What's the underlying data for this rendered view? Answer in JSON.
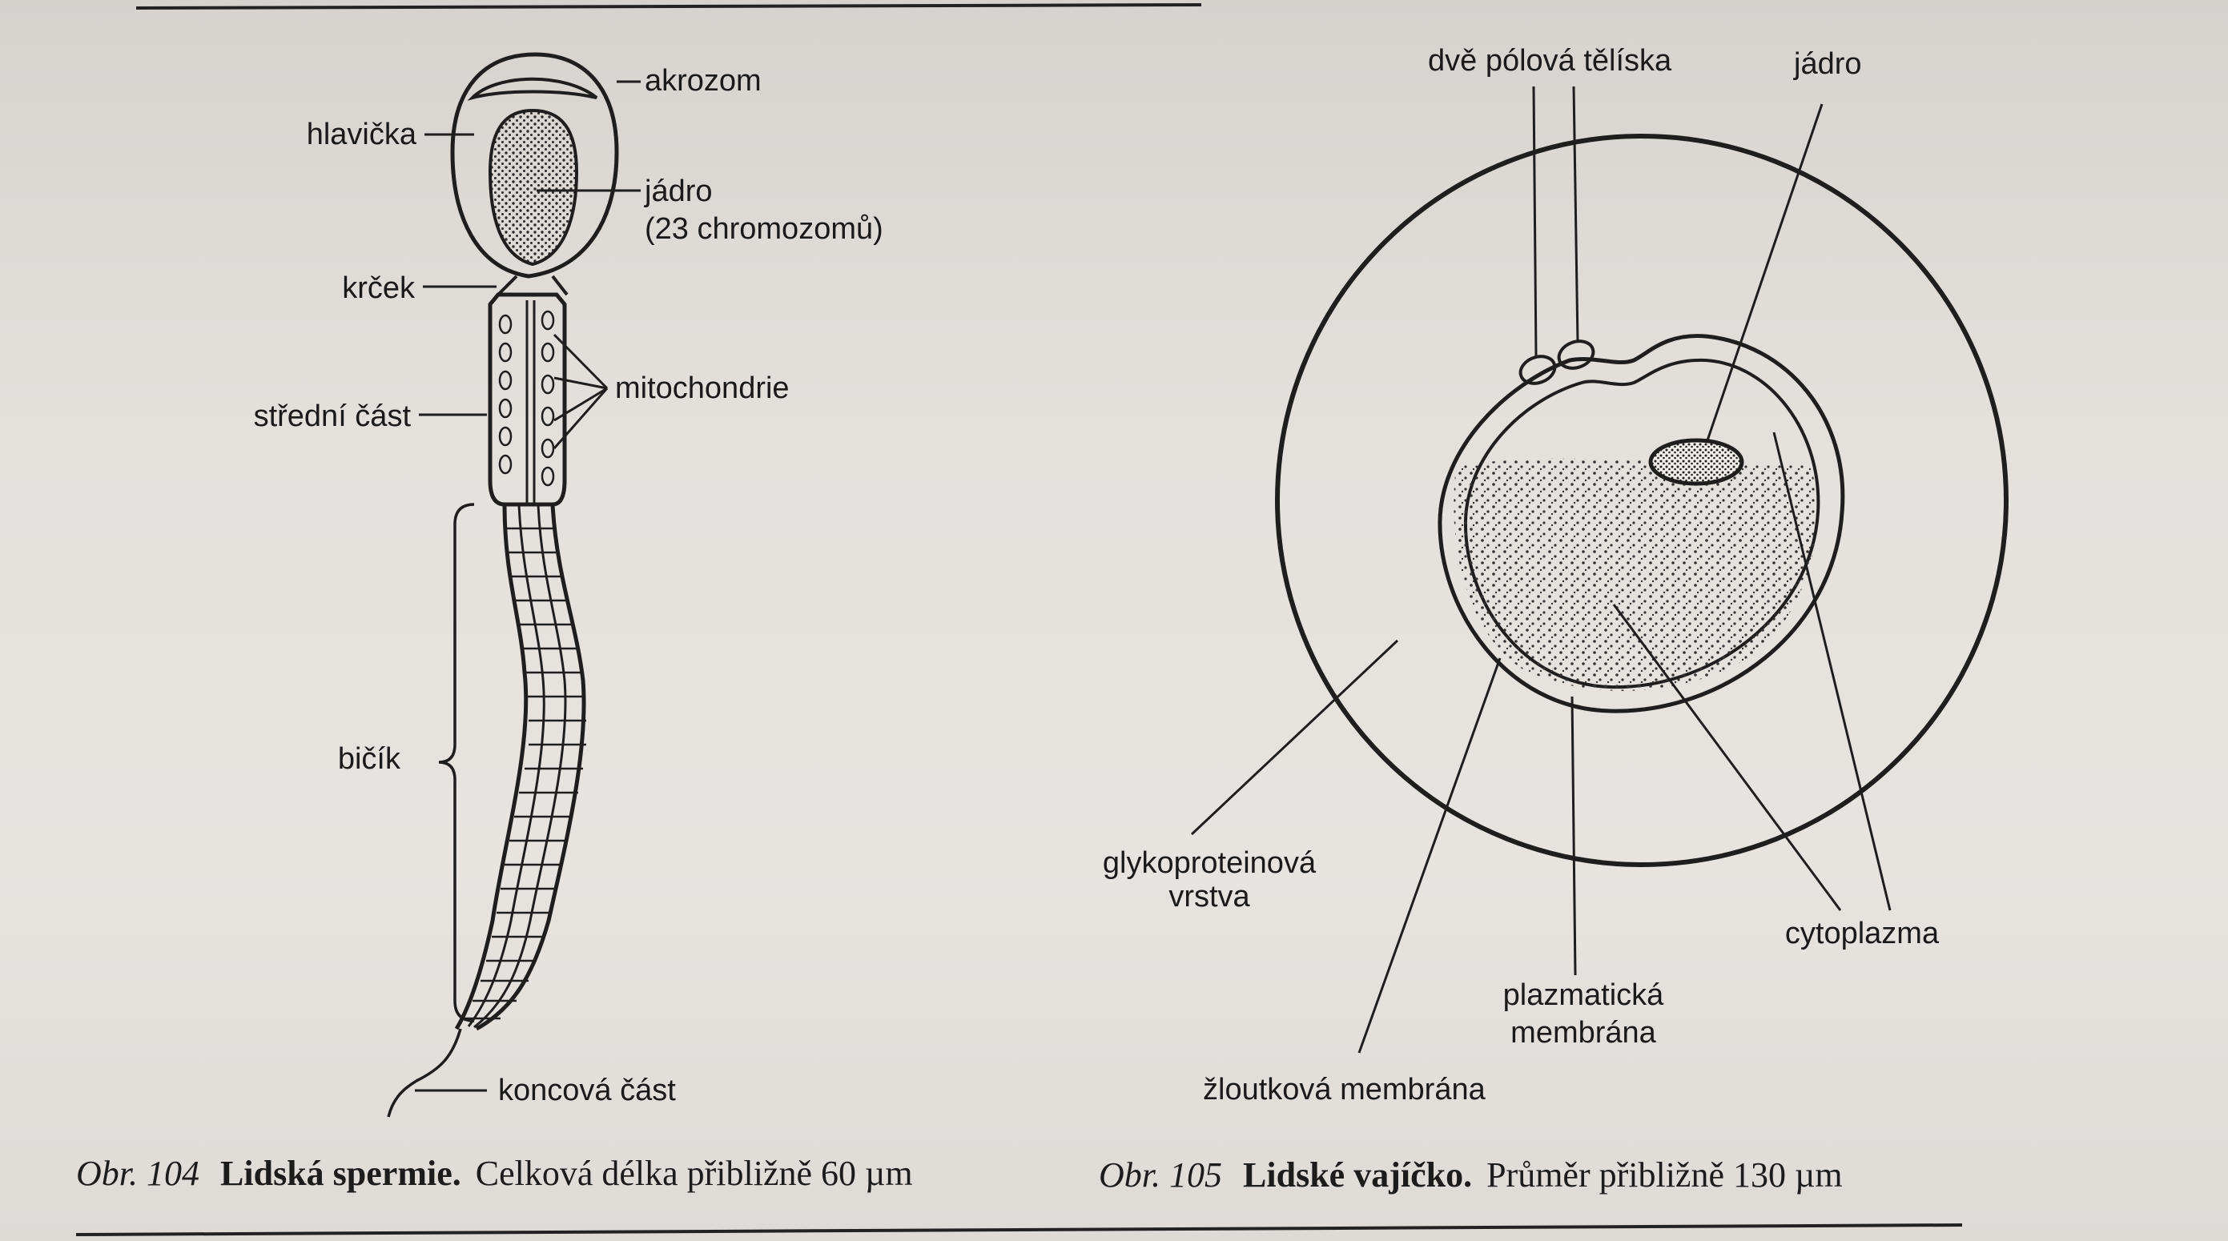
{
  "spermie": {
    "labels": {
      "akrozom": "akrozom",
      "hlavicka": "hlavička",
      "jadro": "jádro",
      "chromozomy": "(23 chromozomů)",
      "krcek": "krček",
      "mitochondrie": "mitochondrie",
      "stredni_cast": "střední část",
      "bicik": "bičík",
      "koncova_cast": "koncová část"
    },
    "caption": {
      "obr": "Obr. 104",
      "title": "Lidská spermie.",
      "desc": "Celková délka přibližně 60 µm"
    }
  },
  "vajicko": {
    "labels": {
      "polova_teliska": "dvě pólová tělíska",
      "jadro": "jádro",
      "glyko_1": "glykoproteinová",
      "glyko_2": "vrstva",
      "cytoplazma": "cytoplazma",
      "plazmaticka_1": "plazmatická",
      "plazmaticka_2": "membrána",
      "zloutkova": "žloutková membrána"
    },
    "caption": {
      "obr": "Obr. 105",
      "title": "Lidské vajíčko.",
      "desc": "Průměr přibližně 130 µm"
    }
  }
}
